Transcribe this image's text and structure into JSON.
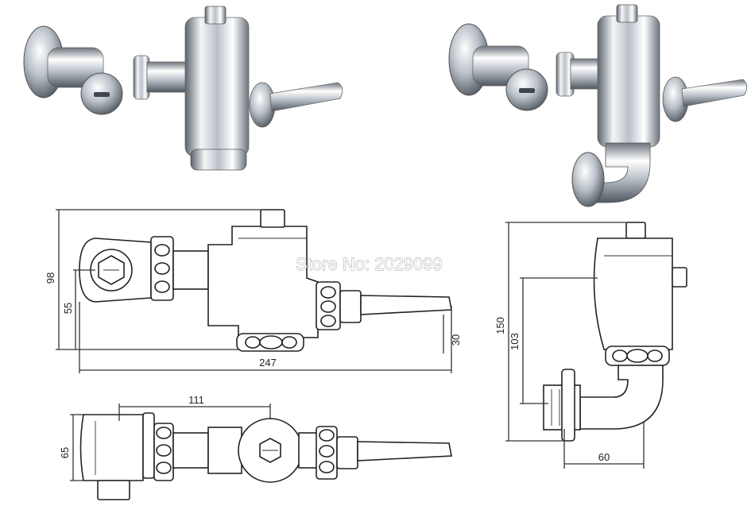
{
  "watermark": {
    "text": "Store No: 2029099"
  },
  "dimensions": {
    "front_total_height": "98",
    "front_inlet_height": "55",
    "front_total_length": "247",
    "front_handle_height": "30",
    "top_spacing": "111",
    "top_depth": "65",
    "side_total_height": "150",
    "side_outlet_height": "103",
    "side_outlet_offset": "60"
  },
  "colors": {
    "chrome_light": "#f4f6f8",
    "chrome_mid": "#b9c0c8",
    "chrome_dark": "#5b636c"
  }
}
